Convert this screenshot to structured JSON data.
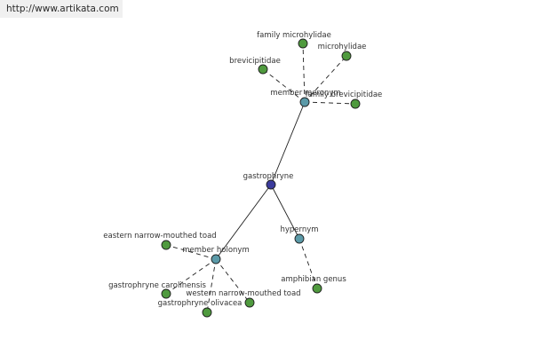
{
  "header": {
    "link_text": "http://www.artikata.com"
  },
  "colors": {
    "root": "#3b3b9c",
    "relation": "#5b9aa8",
    "leaf": "#4f9a3e",
    "stroke": "#1f1f1f"
  },
  "graph": {
    "nodes": [
      {
        "id": "gastrophryne",
        "label": "gastrophryne",
        "kind": "root"
      },
      {
        "id": "member-meronym",
        "label": "member meronym",
        "kind": "relation"
      },
      {
        "id": "member-holonym",
        "label": "member holonym",
        "kind": "relation"
      },
      {
        "id": "hypernym",
        "label": "hypernym",
        "kind": "relation"
      },
      {
        "id": "family-microhylidae",
        "label": "family microhylidae",
        "kind": "leaf"
      },
      {
        "id": "microhylidae",
        "label": "microhylidae",
        "kind": "leaf"
      },
      {
        "id": "brevicipitidae",
        "label": "brevicipitidae",
        "kind": "leaf"
      },
      {
        "id": "family-brevicipitidae",
        "label": "family brevicipitidae",
        "kind": "leaf"
      },
      {
        "id": "eastern-narrow-mouthed-toad",
        "label": "eastern narrow-mouthed toad",
        "kind": "leaf"
      },
      {
        "id": "gastrophryne-carolinensis",
        "label": "gastrophryne carolinensis",
        "kind": "leaf"
      },
      {
        "id": "western-narrow-mouthed-toad",
        "label": "western narrow-mouthed toad",
        "kind": "leaf"
      },
      {
        "id": "gastrophryne-olivacea",
        "label": "gastrophryne olivacea",
        "kind": "leaf"
      },
      {
        "id": "amphibian-genus",
        "label": "amphibian genus",
        "kind": "leaf"
      }
    ],
    "edges": [
      {
        "from": "gastrophryne",
        "to": "member-meronym",
        "style": "solid"
      },
      {
        "from": "gastrophryne",
        "to": "member-holonym",
        "style": "solid"
      },
      {
        "from": "gastrophryne",
        "to": "hypernym",
        "style": "solid"
      },
      {
        "from": "member-meronym",
        "to": "family-microhylidae",
        "style": "dashed"
      },
      {
        "from": "member-meronym",
        "to": "microhylidae",
        "style": "dashed"
      },
      {
        "from": "member-meronym",
        "to": "brevicipitidae",
        "style": "dashed"
      },
      {
        "from": "member-meronym",
        "to": "family-brevicipitidae",
        "style": "dashed"
      },
      {
        "from": "member-holonym",
        "to": "eastern-narrow-mouthed-toad",
        "style": "dashed"
      },
      {
        "from": "member-holonym",
        "to": "gastrophryne-carolinensis",
        "style": "dashed"
      },
      {
        "from": "member-holonym",
        "to": "western-narrow-mouthed-toad",
        "style": "dashed"
      },
      {
        "from": "member-holonym",
        "to": "gastrophryne-olivacea",
        "style": "dashed"
      },
      {
        "from": "hypernym",
        "to": "amphibian-genus",
        "style": "dashed"
      }
    ]
  }
}
